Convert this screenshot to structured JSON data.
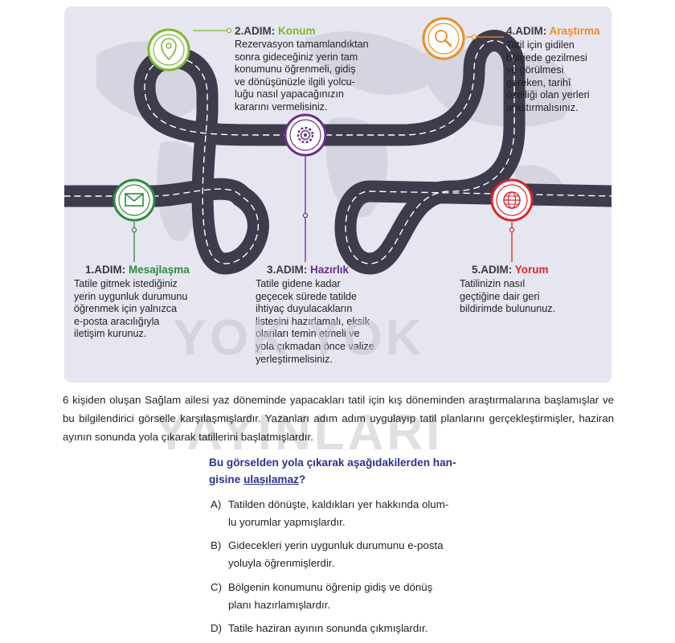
{
  "watermark": "YOK YOK YAYINLARI",
  "steps": [
    {
      "num": "1.ADIM:",
      "name": "Mesajlaşma",
      "color": "#2e8b3e",
      "desc": [
        "Tatile gitmek istediğiniz",
        "yerin uygunluk durumunu",
        "öğrenmek için yalnızca",
        "e-posta aracılığıyla",
        "iletişim kurunuz."
      ]
    },
    {
      "num": "2.ADIM:",
      "name": "Konum",
      "color": "#7cb82f",
      "desc": [
        "Rezervasyon tamamlandıktan",
        "sonra gideceğiniz yerin tam",
        "konumunu öğrenmeli, gidiş",
        "ve dönüşünüzle ilgili yolcu-",
        "luğu nasıl yapacağınızın",
        "kararını vermelisiniz."
      ]
    },
    {
      "num": "3.ADIM:",
      "name": "Hazırlık",
      "color": "#6a2c8e",
      "desc": [
        "Tatile gidene kadar",
        "geçecek sürede tatilde",
        "ihtiyaç duyulacakların",
        "listesini hazırlamalı, eksik",
        "olanları temin etmeli ve",
        "yola çıkmadan önce valize",
        "yerleştirmelisiniz."
      ]
    },
    {
      "num": "4.ADIM:",
      "name": "Araştırma",
      "color": "#f08a24",
      "desc": [
        "Tatil için gidilen",
        "bölgede gezilmesi",
        "ve görülmesi",
        "gereken, tarihî",
        "özelliği olan yerleri",
        "araştırmalısınız."
      ]
    },
    {
      "num": "5.ADIM:",
      "name": "Yorum",
      "color": "#d7262e",
      "desc": [
        "Tatilinizin nasıl",
        "geçtiğine dair geri",
        "bildirimde bulununuz."
      ]
    }
  ],
  "icons": [
    {
      "name": "envelope-icon",
      "color": "#2e8b3e"
    },
    {
      "name": "location-pin-icon",
      "color": "#7cb82f"
    },
    {
      "name": "gear-icon",
      "color": "#6a2c8e"
    },
    {
      "name": "search-icon",
      "color": "#f08a24"
    },
    {
      "name": "globe-icon",
      "color": "#d7262e"
    }
  ],
  "intro": "6 kişiden oluşan Sağlam ailesi yaz döneminde yapacakları tatil için kış döneminden araştırmalarına başlamışlar ve bu bilgilendirici görselle karşılaşmışlardır. Yazanları adım adım uygulayıp tatil planlarını gerçekleştirmişler, haziran ayının sonunda yola çıkarak tatillerini başlatmışlardır.",
  "question": {
    "part1": "Bu görselden yola çıkarak aşağıdakilerden han-",
    "part2": "gisine ",
    "underlined": "ulaşılamaz",
    "end": "?"
  },
  "options": [
    {
      "letter": "A)",
      "lines": [
        "Tatilden dönüşte, kaldıkları yer hakkında olum-",
        "lu yorumlar yapmışlardır."
      ]
    },
    {
      "letter": "B)",
      "lines": [
        "Gidecekleri yerin uygunluk durumunu e-posta",
        "yoluyla öğrenmişlerdir."
      ]
    },
    {
      "letter": "C)",
      "lines": [
        "Bölgenin konumunu öğrenip gidiş ve dönüş",
        "planı hazırlamışlardır."
      ]
    },
    {
      "letter": "D)",
      "lines": [
        "Tatile haziran ayının sonunda çıkmışlardır."
      ]
    }
  ]
}
